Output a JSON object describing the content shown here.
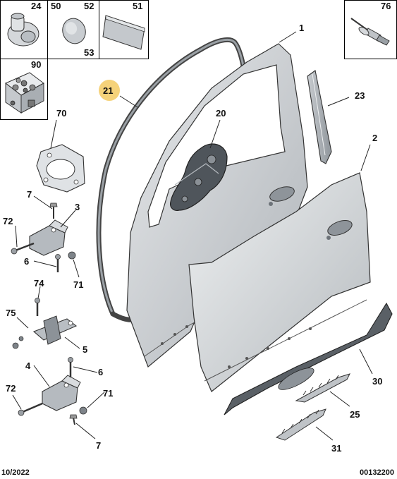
{
  "diagram": {
    "footer_left": "10/2022",
    "footer_right": "00132200",
    "highlight_color": "#f5d27a",
    "inset_labels": {
      "i24": "24",
      "i50": "50",
      "i52": "52",
      "i53": "53",
      "i51": "51",
      "i90": "90",
      "i76": "76"
    },
    "callouts": {
      "c1": "1",
      "c2": "2",
      "c3": "3",
      "c4": "4",
      "c5": "5",
      "c6a": "6",
      "c6b": "6",
      "c7a": "7",
      "c7b": "7",
      "c20": "20",
      "c21": "21",
      "c23": "23",
      "c25": "25",
      "c30": "30",
      "c31": "31",
      "c70": "70",
      "c71a": "71",
      "c71b": "71",
      "c72a": "72",
      "c72b": "72",
      "c74": "74",
      "c75": "75"
    }
  }
}
